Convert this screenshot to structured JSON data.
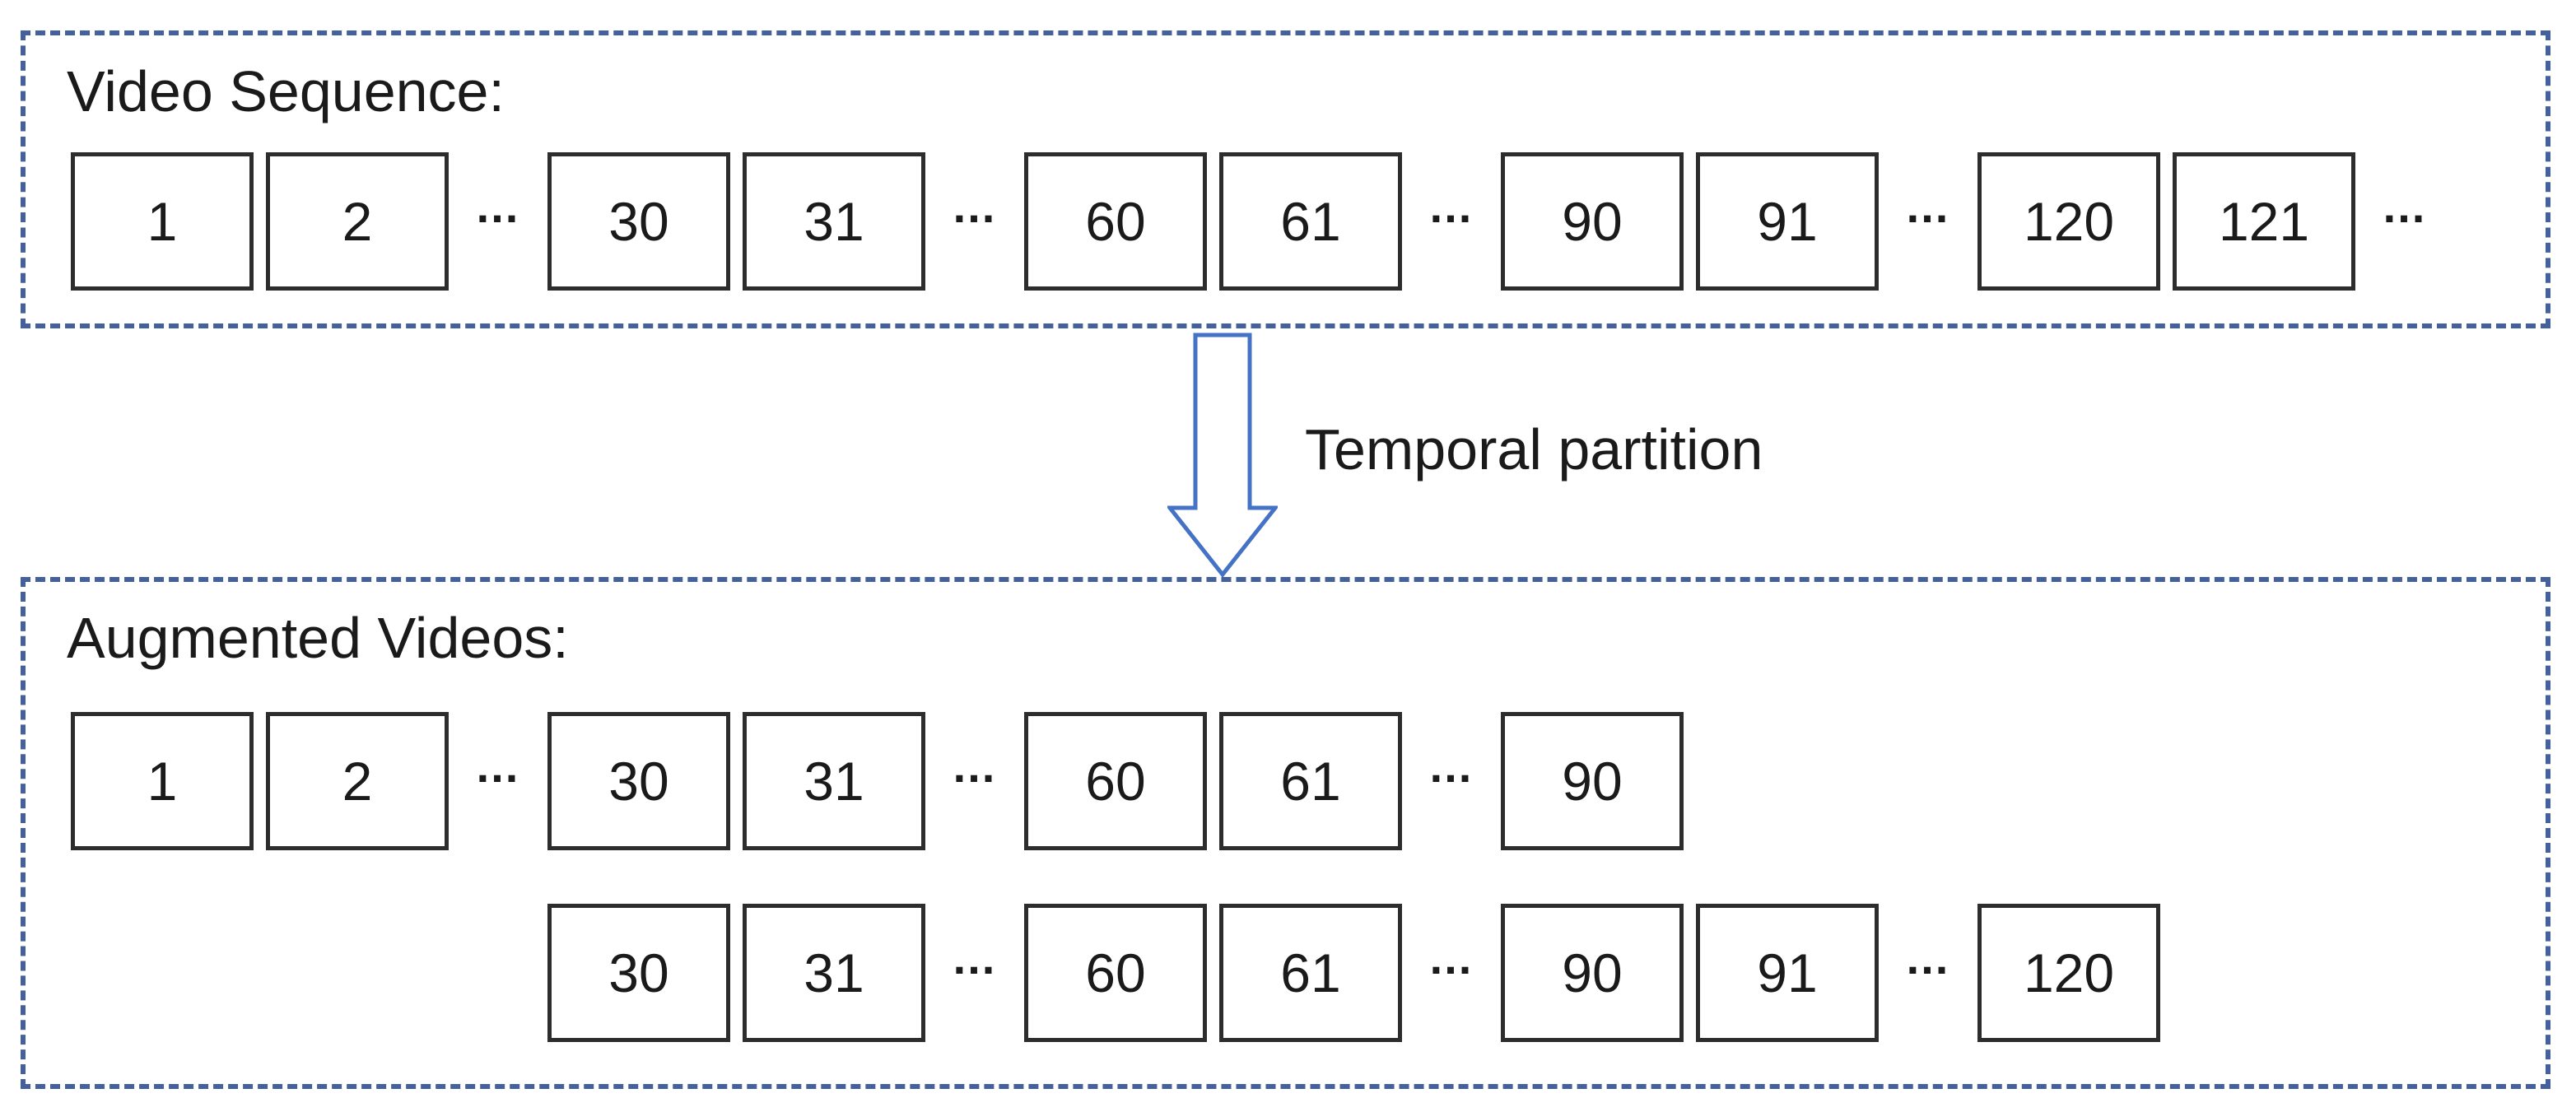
{
  "video_sequence": {
    "label": "Video Sequence:",
    "items": [
      {
        "type": "frame",
        "value": "1"
      },
      {
        "type": "frame",
        "value": "2"
      },
      {
        "type": "dots",
        "value": "..."
      },
      {
        "type": "frame",
        "value": "30"
      },
      {
        "type": "frame",
        "value": "31"
      },
      {
        "type": "dots",
        "value": "..."
      },
      {
        "type": "frame",
        "value": "60"
      },
      {
        "type": "frame",
        "value": "61"
      },
      {
        "type": "dots",
        "value": "..."
      },
      {
        "type": "frame",
        "value": "90"
      },
      {
        "type": "frame",
        "value": "91"
      },
      {
        "type": "dots",
        "value": "..."
      },
      {
        "type": "frame",
        "value": "120"
      },
      {
        "type": "frame",
        "value": "121"
      },
      {
        "type": "dots",
        "value": "..."
      }
    ]
  },
  "partition": {
    "label": "Temporal partition",
    "arrow_icon": "down-block-arrow"
  },
  "augmented_videos": {
    "label": "Augmented Videos:",
    "rows": [
      {
        "items": [
          {
            "type": "frame",
            "value": "1"
          },
          {
            "type": "frame",
            "value": "2"
          },
          {
            "type": "dots",
            "value": "..."
          },
          {
            "type": "frame",
            "value": "30"
          },
          {
            "type": "frame",
            "value": "31"
          },
          {
            "type": "dots",
            "value": "..."
          },
          {
            "type": "frame",
            "value": "60"
          },
          {
            "type": "frame",
            "value": "61"
          },
          {
            "type": "dots",
            "value": "..."
          },
          {
            "type": "frame",
            "value": "90"
          }
        ]
      },
      {
        "items": [
          {
            "type": "frame",
            "value": "30"
          },
          {
            "type": "frame",
            "value": "31"
          },
          {
            "type": "dots",
            "value": "..."
          },
          {
            "type": "frame",
            "value": "60"
          },
          {
            "type": "frame",
            "value": "61"
          },
          {
            "type": "dots",
            "value": "..."
          },
          {
            "type": "frame",
            "value": "90"
          },
          {
            "type": "frame",
            "value": "91"
          },
          {
            "type": "dots",
            "value": "..."
          },
          {
            "type": "frame",
            "value": "120"
          }
        ]
      }
    ]
  },
  "colors": {
    "dashed_border": "#44619E",
    "arrow_outline": "#4472C4",
    "frame_border": "#2D2D2D",
    "frame_fill": "#FFFFFF",
    "text": "#1A1A1A",
    "background": "#FFFFFF"
  }
}
